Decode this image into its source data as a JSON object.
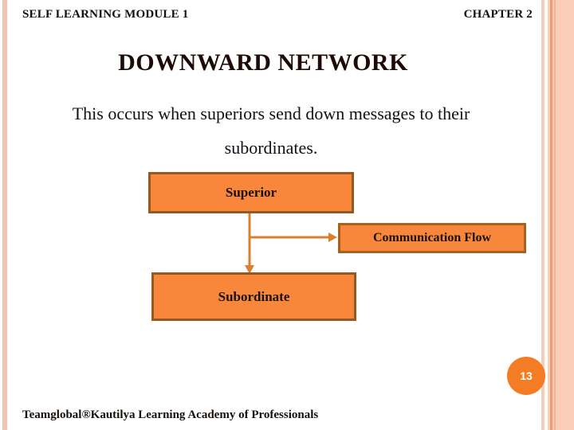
{
  "header": {
    "left": "SELF LEARNING MODULE 1",
    "right": "CHAPTER 2"
  },
  "slide": {
    "title": "DOWNWARD NETWORK",
    "body_line1": "This occurs when superiors send down messages to their",
    "body_line2": "subordinates."
  },
  "diagram": {
    "superior_label": "Superior",
    "flow_label": "Communication Flow",
    "subordinate_label": "Subordinate"
  },
  "page_number": "13",
  "footer": "Teamglobal®Kautilya Learning Academy of Professionals",
  "colors": {
    "accent": "#F8873C",
    "box_border": "#935A24",
    "flow_border": "#A9611F",
    "arrow": "#D9802F",
    "page_circle": "#F47C24",
    "title_color": "#1C0B06",
    "body_color": "#101018",
    "text_color": "#16100C",
    "stripe_left": "#F5C3AE",
    "stripe_thin": "#F5CDBB",
    "stripe_band": "#FACDB8",
    "stripe_line": "#EC9C70",
    "stripe_line2": "#F2B493"
  }
}
